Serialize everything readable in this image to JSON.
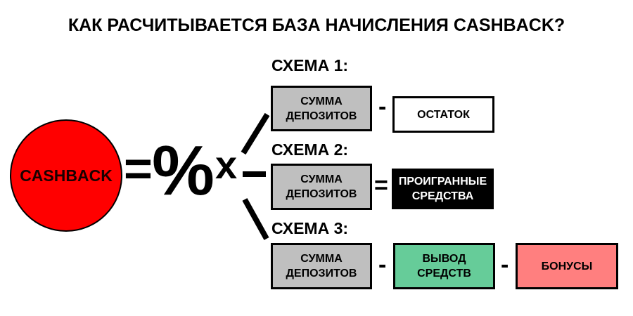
{
  "title": "КАК РАСЧИТЫВАЕТСЯ БАЗА НАЧИСЛЕНИЯ CASHBACK?",
  "formula": {
    "cashback": "CASHBACK",
    "equals": "=",
    "percent": "%",
    "times": "x"
  },
  "schemes": [
    {
      "label": "СХЕМА 1:",
      "items": [
        {
          "text": "СУММА ДЕПОЗИТОВ"
        },
        {
          "op": "-"
        },
        {
          "text": "ОСТАТОК"
        }
      ]
    },
    {
      "label": "СХЕМА 2:",
      "items": [
        {
          "text": "СУММА ДЕПОЗИТОВ"
        },
        {
          "op": "="
        },
        {
          "text": "ПРОИГРАННЫЕ СРЕДСТВА"
        }
      ]
    },
    {
      "label": "СХЕМА 3:",
      "items": [
        {
          "text": "СУММА ДЕПОЗИТОВ"
        },
        {
          "op": "-"
        },
        {
          "text": "ВЫВОД СРЕДСТВ"
        },
        {
          "op": "-"
        },
        {
          "text": "БОНУСЫ"
        }
      ]
    }
  ],
  "colors": {
    "cashback": "#ff0000",
    "gray": "#bfbfbf",
    "black": "#000000",
    "green": "#66cc99",
    "red": "#ff7f7f"
  }
}
